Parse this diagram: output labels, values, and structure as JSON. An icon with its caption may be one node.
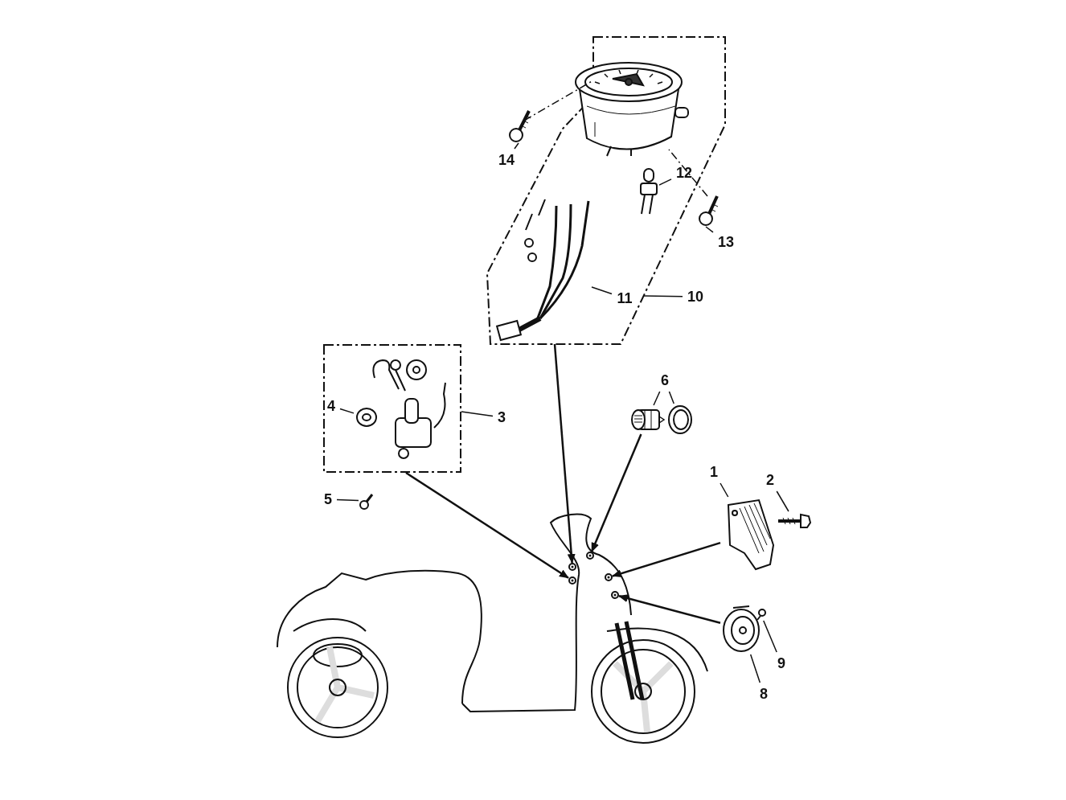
{
  "diagram": {
    "nodes": [
      {
        "text": [],
        "shape": "box"
      },
      {
        "text": [],
        "shape": "picture",
        "in": 0
      },
      {
        "text": [
          "14"
        ]
      },
      {
        "text": [],
        "shape": "picture"
      },
      {
        "text": [
          "12"
        ],
        "in": 0
      },
      {
        "text": [],
        "shape": "picture",
        "in": 0
      },
      {
        "text": [
          "13"
        ]
      },
      {
        "text": [],
        "shape": "picture"
      },
      {
        "text": [],
        "shape": "picture",
        "in": 0
      },
      {
        "text": [
          "11"
        ],
        "in": 0
      },
      {
        "text": [
          "10"
        ]
      },
      {
        "text": [
          "6"
        ]
      },
      {
        "text": [],
        "shape": "picture"
      },
      {
        "text": [],
        "shape": "picture"
      },
      {
        "text": [],
        "shape": "box"
      },
      {
        "text": [],
        "shape": "picture",
        "in": 14
      },
      {
        "text": [
          "4"
        ],
        "in": 14
      },
      {
        "text": [],
        "shape": "picture",
        "in": 14
      },
      {
        "text": [
          "3"
        ]
      },
      {
        "text": [
          "5"
        ]
      },
      {
        "text": [],
        "shape": "picture"
      },
      {
        "text": [
          "1"
        ]
      },
      {
        "text": [
          "2"
        ]
      },
      {
        "text": [],
        "shape": "picture"
      },
      {
        "text": [],
        "shape": "picture"
      },
      {
        "text": [],
        "shape": "picture"
      },
      {
        "text": [],
        "shape": "circle",
        "in": 25
      },
      {
        "text": [],
        "shape": "circle",
        "in": 25
      },
      {
        "text": [],
        "shape": "circle",
        "in": 25
      },
      {
        "text": [],
        "shape": "circle",
        "in": 25
      },
      {
        "text": [],
        "shape": "circle",
        "in": 25
      },
      {
        "text": [],
        "shape": "picture"
      },
      {
        "text": [],
        "shape": "picture"
      },
      {
        "text": [
          "9"
        ]
      },
      {
        "text": [
          "8"
        ]
      }
    ],
    "edges": [
      {
        "from": 2,
        "to": 3,
        "arrow": "none"
      },
      {
        "from": 4,
        "to": 5,
        "arrow": "none"
      },
      {
        "from": 6,
        "to": 7,
        "arrow": "none"
      },
      {
        "from": 9,
        "to": 8,
        "arrow": "none"
      },
      {
        "from": 10,
        "to": 0,
        "arrow": "none"
      },
      {
        "from": 11,
        "to": 12,
        "arrow": "none"
      },
      {
        "from": 11,
        "to": 13,
        "arrow": "none"
      },
      {
        "from": 16,
        "to": 17,
        "arrow": "none"
      },
      {
        "from": 18,
        "to": 14,
        "arrow": "none"
      },
      {
        "from": 19,
        "to": 20,
        "arrow": "none"
      },
      {
        "from": 21,
        "to": 23,
        "arrow": "none"
      },
      {
        "from": 22,
        "to": 24,
        "arrow": "none"
      },
      {
        "from": 33,
        "to": 32,
        "arrow": "none"
      },
      {
        "from": 34,
        "to": 31,
        "arrow": "none"
      },
      {
        "from": 3,
        "to": 1,
        "arrow": "none",
        "style": "dashed"
      },
      {
        "from": 7,
        "to": 1,
        "arrow": "none",
        "style": "dashed"
      },
      {
        "from": 0,
        "to": 26,
        "arrow": "to"
      },
      {
        "from": 14,
        "to": 27,
        "arrow": "to"
      },
      {
        "from": 12,
        "to": 28,
        "arrow": "to"
      },
      {
        "from": 23,
        "to": 29,
        "arrow": "to"
      },
      {
        "from": 31,
        "to": 30,
        "arrow": "to"
      }
    ]
  }
}
